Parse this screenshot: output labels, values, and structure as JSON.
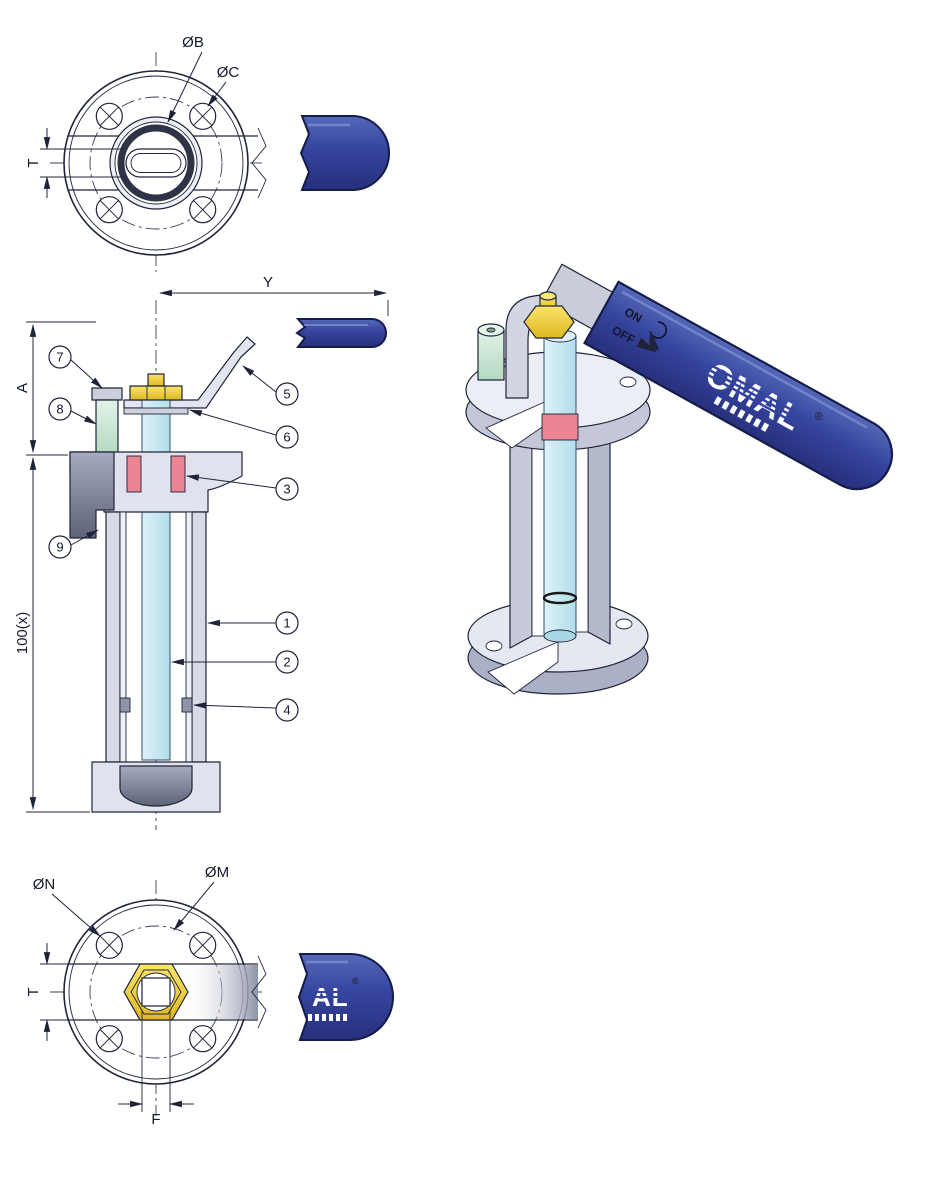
{
  "colors": {
    "line": "#20243a",
    "handle_blue": "#35449e",
    "handle_blue_dark": "#141c4a",
    "stem_blue": "#cfeaf2",
    "seal_red": "#ea8492",
    "nut_yellow": "#f2d23c",
    "bushing_green": "#cfe9d6",
    "steel_gray": "#8a90a6"
  },
  "views": {
    "top": {
      "dim_b": "ØB",
      "dim_c": "ØC",
      "dim_t": "T"
    },
    "section": {
      "dim_y": "Y",
      "dim_a": "A",
      "dim_h": "100(x)",
      "callouts": [
        "1",
        "2",
        "3",
        "4",
        "5",
        "6",
        "7",
        "8",
        "9"
      ]
    },
    "iso": {
      "on": "ON",
      "off": "OFF",
      "brand": "OMAL",
      "reg": "®"
    },
    "bottom": {
      "dim_n": "ØN",
      "dim_m": "ØM",
      "dim_t": "T",
      "dim_f": "F",
      "brand_partial": "AL",
      "reg": "®"
    }
  }
}
